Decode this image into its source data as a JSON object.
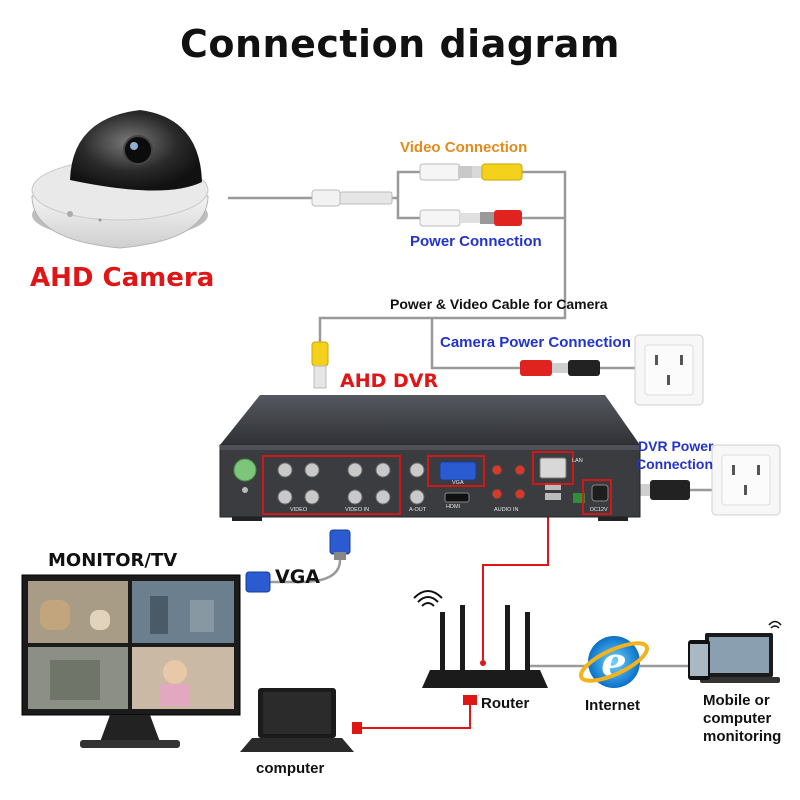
{
  "title": "Connection diagram",
  "labels": {
    "video_connection": "Video Connection",
    "power_connection": "Power Connection",
    "ahd_camera": "AHD Camera",
    "power_video_cable": "Power & Video Cable for Camera",
    "camera_power_connection": "Camera Power Connection",
    "ahd_dvr": "AHD DVR",
    "dvr_power_connection_line1": "DVR Power",
    "dvr_power_connection_line2": "Connection",
    "monitor_tv": "MONITOR/TV",
    "vga": "VGA",
    "router": "Router",
    "internet": "Internet",
    "mobile_line1": "Mobile or",
    "mobile_line2": "computer",
    "mobile_line3": "monitoring",
    "computer": "computer"
  },
  "dvr_panel": {
    "video_in_1": "VIDEO",
    "video_in_2": "VIDEO IN",
    "vga_port": "VGA",
    "hdmi_port": "HDMI",
    "audio_in": "AUDIO IN",
    "a_out": "A-OUT",
    "lan": "LAN",
    "dc12v": "DC12V"
  },
  "colors": {
    "highlight": "#e01515",
    "cable_gray": "#9a9a9a",
    "dvr_body": "#3a3c40",
    "link_blue": "#2233cc"
  }
}
